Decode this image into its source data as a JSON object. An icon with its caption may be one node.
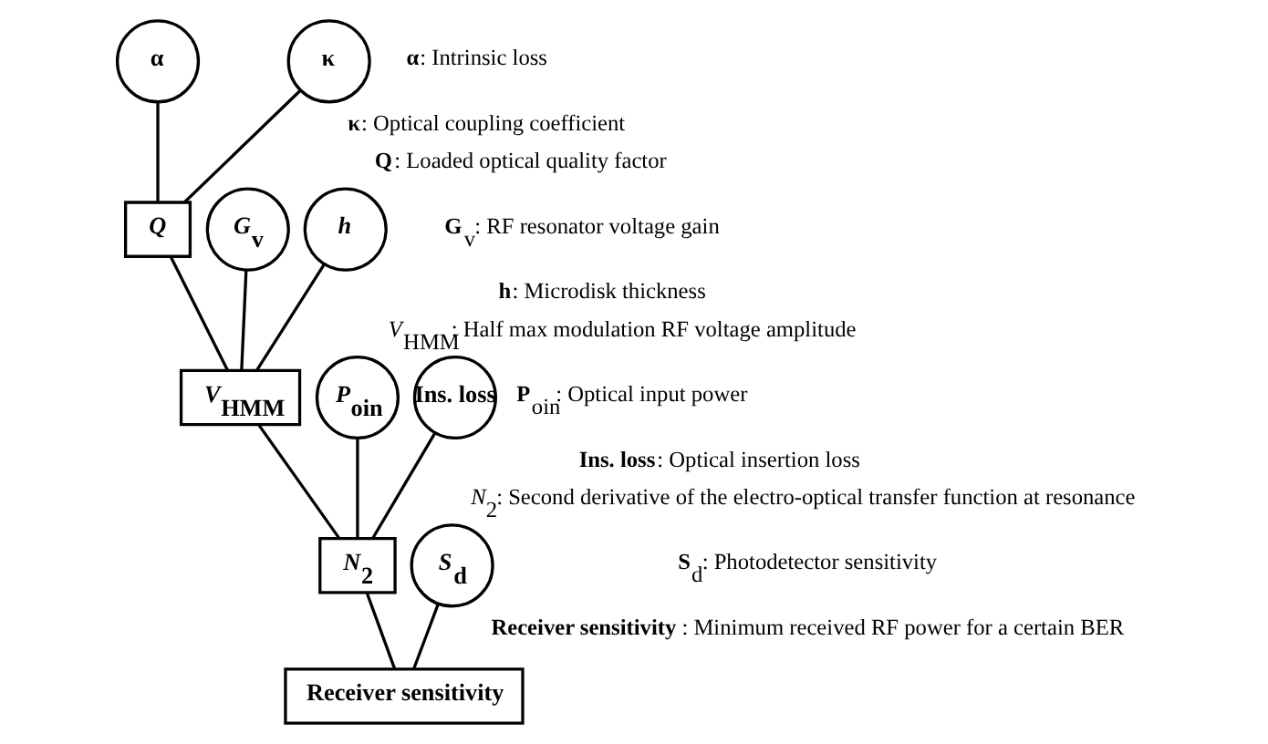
{
  "diagram": {
    "nodes": [
      {
        "text": [
          "α"
        ]
      },
      {
        "text": [
          "κ"
        ]
      },
      {
        "text": [
          "*Q*"
        ]
      },
      {
        "text": [
          "*G*$_{v}$"
        ]
      },
      {
        "text": [
          "*h*"
        ]
      },
      {
        "text": [
          "*V*$_{HMM}$"
        ]
      },
      {
        "text": [
          "*P*$_{oin}$"
        ]
      },
      {
        "text": [
          "Ins. loss"
        ]
      },
      {
        "text": [
          "*N*$_{2}$"
        ]
      },
      {
        "text": [
          "*S*$_{d}$"
        ]
      },
      {
        "text": [
          "Receiver sensitivity"
        ]
      }
    ],
    "edges": [
      {
        "from": 0,
        "to": 2,
        "arrow": "none"
      },
      {
        "from": 1,
        "to": 2,
        "arrow": "none"
      },
      {
        "from": 2,
        "to": 5,
        "arrow": "none"
      },
      {
        "from": 3,
        "to": 5,
        "arrow": "none"
      },
      {
        "from": 4,
        "to": 5,
        "arrow": "none"
      },
      {
        "from": 5,
        "to": 8,
        "arrow": "none"
      },
      {
        "from": 6,
        "to": 8,
        "arrow": "none"
      },
      {
        "from": 7,
        "to": 8,
        "arrow": "none"
      },
      {
        "from": 8,
        "to": 10,
        "arrow": "none"
      },
      {
        "from": 9,
        "to": 10,
        "arrow": "none"
      }
    ],
    "labels": [
      "**α**: Intrinsic loss",
      "**κ**: Optical coupling coefficient",
      "**Q**: Loaded optical quality factor",
      "**G**$_{v}$: RF resonator voltage gain",
      "**h**: Microdisk thickness",
      "*V*$_{HMM}$: Half max modulation RF voltage amplitude",
      "**P**$_{oin}$: Optical input power",
      "**Ins. loss**: Optical insertion loss",
      "*N*$_{2}$: Second derivative of the electro-optical transfer function at resonance",
      "**S**$_{d}$: Photodetector sensitivity",
      "**Receiver sensitivity**: Minimum received RF power for a certain BER"
    ]
  }
}
